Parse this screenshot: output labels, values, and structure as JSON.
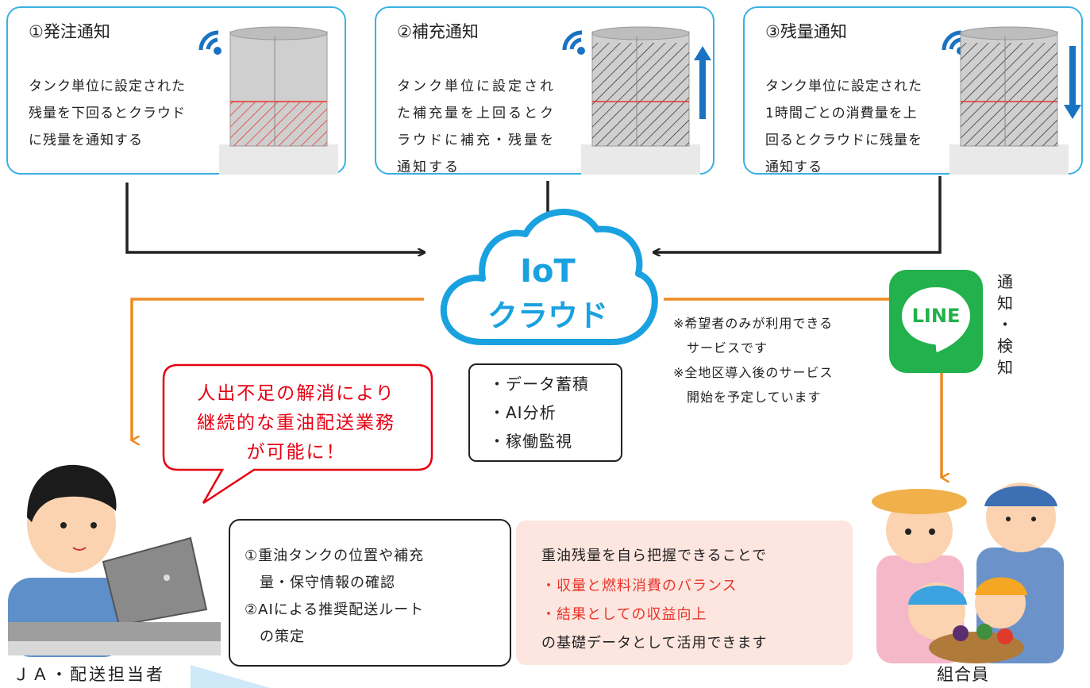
{
  "cards": [
    {
      "title": "①発注通知",
      "lines": [
        "タンク単位に設定された",
        "残量を下回るとクラウド",
        "に残量を通知する"
      ]
    },
    {
      "title": "②補充通知",
      "lines": [
        "タンク単位に設定され",
        "た補充量を上回るとク",
        "ラウドに補充・残量を",
        "通知する"
      ]
    },
    {
      "title": "③残量通知",
      "lines": [
        "タンク単位に設定された",
        "1時間ごとの消費量を上",
        "回るとクラウドに残量を",
        "通知する"
      ]
    }
  ],
  "cloud": {
    "line1": "IoT",
    "line2": "クラウド"
  },
  "features": [
    "・データ蓄積",
    "・AI分析",
    "・稼働監視"
  ],
  "notes": [
    "※希望者のみが利用できる",
    "　サービスです",
    "※全地区導入後のサービス",
    "　開始を予定しています"
  ],
  "line_app": {
    "logo": "LINE",
    "vertical": [
      "通",
      "知",
      "・",
      "検",
      "知"
    ]
  },
  "speech": [
    "人出不足の解消により",
    "継続的な重油配送業務",
    "が可能に！"
  ],
  "tasks": [
    "①重油タンクの位置や補充",
    "　量・保守情報の確認",
    "②AIによる推奨配送ルート",
    "　の策定"
  ],
  "benefit": {
    "intro": "重油残量を自ら把握できることで",
    "items": [
      "・収量と燃料消費のバランス",
      "・結果としての収益向上"
    ],
    "outro": "の基礎データとして活用できます"
  },
  "captions": {
    "staff": "ＪＡ・配送担当者",
    "members": "組合員"
  },
  "colors": {
    "card_border": "#3ab0e2",
    "cloud": "#1aa1e0",
    "orange": "#ef8a22",
    "line_green": "#22b14c",
    "red": "#e60012",
    "arrow_blue": "#1a73c2"
  }
}
